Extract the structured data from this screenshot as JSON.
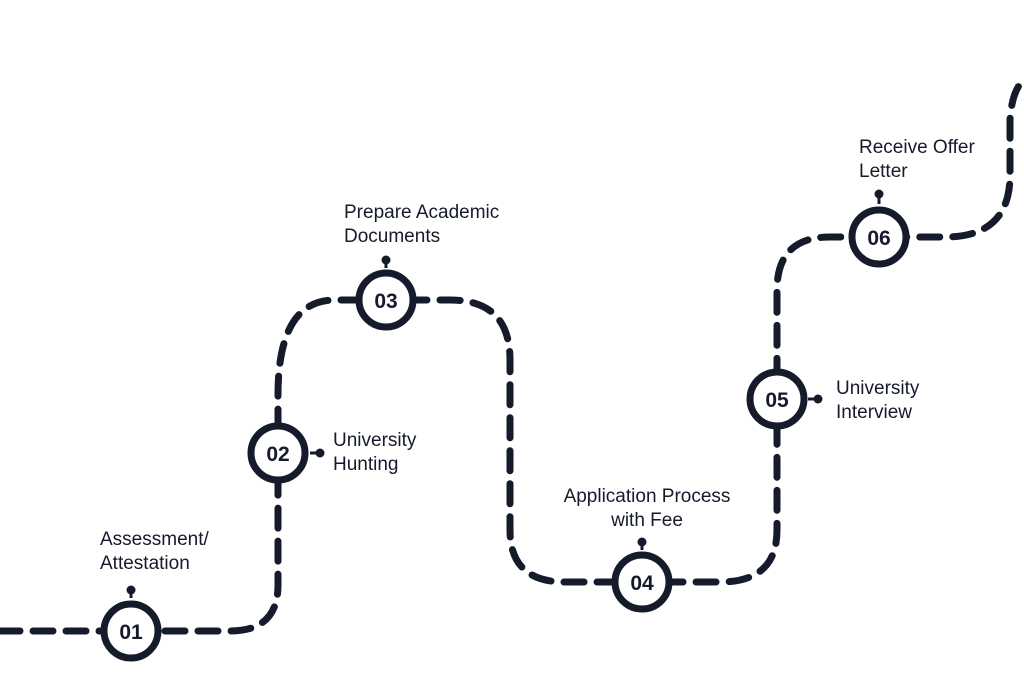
{
  "roadmap": {
    "colors": {
      "ink": "#151b2b",
      "fill": "#ffffff"
    },
    "steps": [
      {
        "number": "01",
        "label_lines": [
          "Assessment/",
          "Attestation"
        ]
      },
      {
        "number": "02",
        "label_lines": [
          "University",
          "Hunting"
        ]
      },
      {
        "number": "03",
        "label_lines": [
          "Prepare Academic",
          "Documents"
        ]
      },
      {
        "number": "04",
        "label_lines": [
          "Application Process",
          "with Fee"
        ]
      },
      {
        "number": "05",
        "label_lines": [
          "University",
          "Interview"
        ]
      },
      {
        "number": "06",
        "label_lines": [
          "Receive Offer",
          "Letter"
        ]
      }
    ]
  }
}
